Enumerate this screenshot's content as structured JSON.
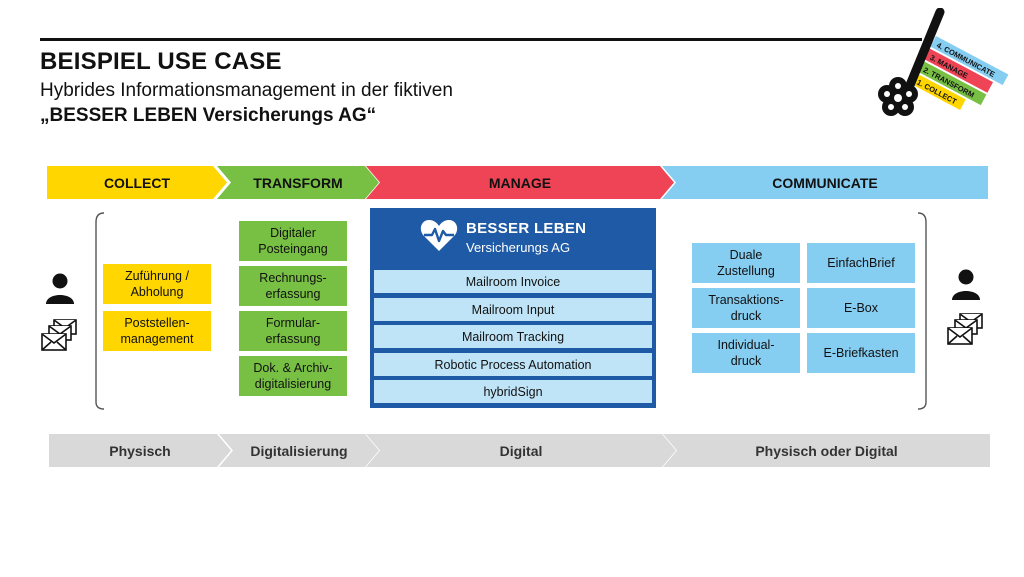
{
  "header": {
    "title": "BEISPIEL USE CASE",
    "subtitle": "Hybrides Informationsmanagement in der fiktiven",
    "company": "„BESSER LEBEN Versicherungs AG“"
  },
  "key_graphic": {
    "labels": [
      "4. COMMUNICATE",
      "3. MANAGE",
      "2. TRANSFORM",
      "1. COLLECT"
    ],
    "colors": [
      "#86cdf2",
      "#ef4456",
      "#78c044",
      "#ffd600"
    ]
  },
  "phases": {
    "collect": "COLLECT",
    "transform": "TRANSFORM",
    "manage": "MANAGE",
    "communicate": "COMMUNICATE"
  },
  "collect_boxes": [
    "Zuführung /\nAbholung",
    "Poststellen-\nmanagement"
  ],
  "transform_boxes": [
    "Digitaler\nPosteingang",
    "Rechnungs-\nerfassung",
    "Formular-\nerfassung",
    "Dok. & Archiv-\ndigitalisierung"
  ],
  "manage": {
    "brand_name": "BESSER LEBEN",
    "brand_sub": "Versicherungs AG",
    "items": [
      "Mailroom Invoice",
      "Mailroom Input",
      "Mailroom Tracking",
      "Robotic Process Automation",
      "hybridSign"
    ]
  },
  "communicate_boxes": {
    "left": [
      "Duale\nZustellung",
      "Transaktions-\ndruck",
      "Individual-\ndruck"
    ],
    "right": [
      "EinfachBrief",
      "E-Box",
      "E-Briefkasten"
    ]
  },
  "channels": {
    "physisch": "Physisch",
    "digitalisierung": "Digitalisierung",
    "digital": "Digital",
    "physisch_oder_digital": "Physisch oder Digital"
  },
  "icons": [
    "person-icon",
    "mail-stack-icon",
    "heart-pulse-icon",
    "key-icon"
  ]
}
